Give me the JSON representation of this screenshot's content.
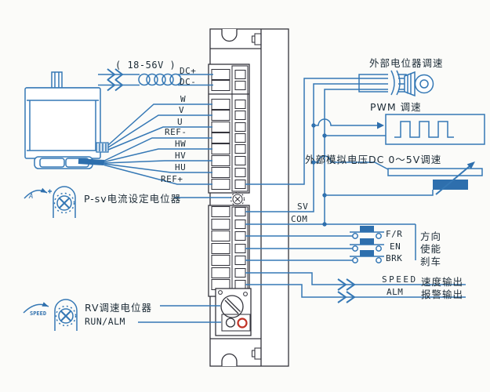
{
  "power": {
    "range_label": "( 18-56V )",
    "dc_plus": "DC+",
    "dc_minus": "DC-"
  },
  "motor_wires": [
    "W",
    "V",
    "U",
    "REF-",
    "HW",
    "HV",
    "HU",
    "REF+"
  ],
  "driver_left": {
    "current_pot_label": "P-sv电流设定电位器",
    "speed_pot_label": "RV调速电位器",
    "run_alm_label": "RUN/ALM",
    "ammeter_letter": "A",
    "speedometer_text": "SPEED"
  },
  "speed_inputs": {
    "external_pot": "外部电位器调速",
    "pwm": "PWM 调速",
    "analog": "外部模拟电压DC 0～5V调速",
    "sv": "SV",
    "com": "COM"
  },
  "control_switches": [
    {
      "en": "F/R",
      "zh": "方向"
    },
    {
      "en": "EN",
      "zh": "使能"
    },
    {
      "en": "BRK",
      "zh": "刹车"
    }
  ],
  "outputs": [
    {
      "en": "SPEED",
      "zh": "速度输出"
    },
    {
      "en": "ALM",
      "zh": "报警输出"
    }
  ],
  "colors": {
    "wire_blue": "#3578b5",
    "accent_blue": "#2e6fad",
    "outline": "#34343c",
    "led_red": "#c03225",
    "text": "#1c2b36"
  }
}
